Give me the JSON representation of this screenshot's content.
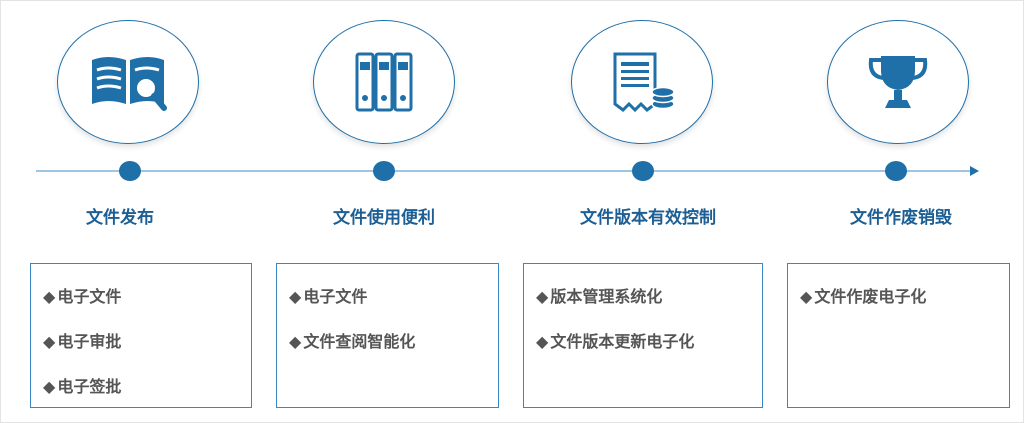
{
  "stages": [
    {
      "title": "文件发布",
      "icon": "book-search-icon",
      "items": [
        "电子文件",
        "电子审批",
        "电子签批"
      ]
    },
    {
      "title": "文件使用便利",
      "icon": "binders-icon",
      "items": [
        "电子文件",
        "文件查阅智能化"
      ]
    },
    {
      "title": "文件版本有效控制",
      "icon": "document-coins-icon",
      "items": [
        "版本管理系统化",
        "文件版本更新电子化"
      ]
    },
    {
      "title": "文件作废销毁",
      "icon": "trophy-icon",
      "items": [
        "文件作废电子化"
      ]
    }
  ],
  "bullet": "◆",
  "colors": {
    "accent": "#1f6fa8",
    "title": "#1d5f94",
    "box_border": "#3a86c2",
    "item_text": "#555555",
    "timeline": "#7fb3d8"
  }
}
